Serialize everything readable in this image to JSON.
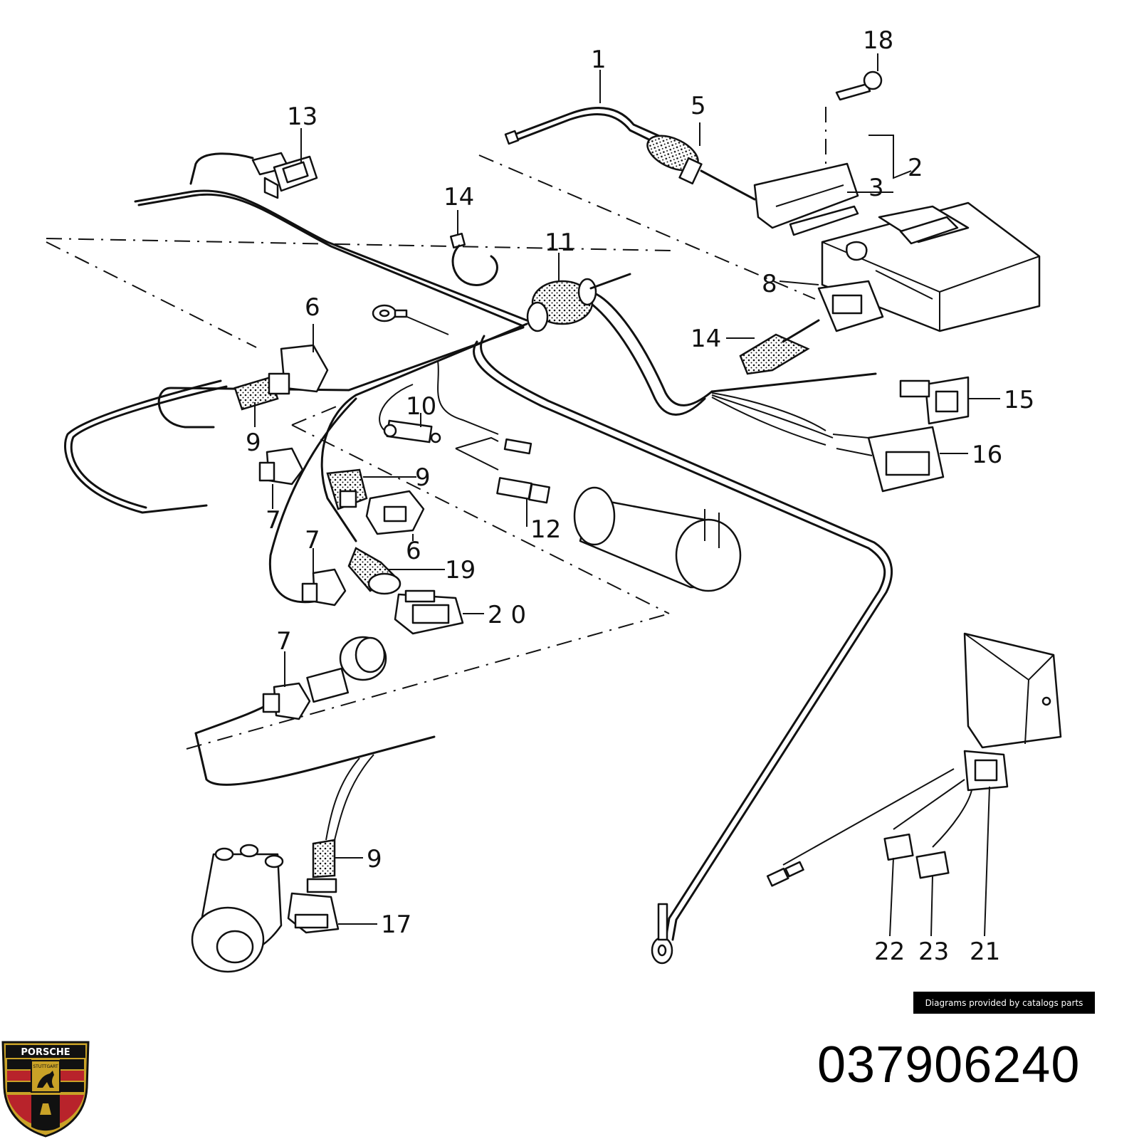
{
  "callouts": [
    {
      "id": "c1",
      "text": "1"
    },
    {
      "id": "c2",
      "text": "2"
    },
    {
      "id": "c3",
      "text": "3"
    },
    {
      "id": "c5",
      "text": "5"
    },
    {
      "id": "c6a",
      "text": "6"
    },
    {
      "id": "c6b",
      "text": "6"
    },
    {
      "id": "c7a",
      "text": "7"
    },
    {
      "id": "c7b",
      "text": "7"
    },
    {
      "id": "c7c",
      "text": "7"
    },
    {
      "id": "c8",
      "text": "8"
    },
    {
      "id": "c9a",
      "text": "9"
    },
    {
      "id": "c9b",
      "text": "9"
    },
    {
      "id": "c9c",
      "text": "9"
    },
    {
      "id": "c10",
      "text": "10"
    },
    {
      "id": "c11",
      "text": "11"
    },
    {
      "id": "c12",
      "text": "12"
    },
    {
      "id": "c13",
      "text": "13"
    },
    {
      "id": "c14a",
      "text": "14"
    },
    {
      "id": "c14b",
      "text": "14"
    },
    {
      "id": "c15",
      "text": "15"
    },
    {
      "id": "c16",
      "text": "16"
    },
    {
      "id": "c17",
      "text": "17"
    },
    {
      "id": "c18",
      "text": "18"
    },
    {
      "id": "c19",
      "text": "19"
    },
    {
      "id": "c20",
      "text": "2 0"
    },
    {
      "id": "c21",
      "text": "21"
    },
    {
      "id": "c22",
      "text": "22"
    },
    {
      "id": "c23",
      "text": "23"
    }
  ],
  "credit": "Diagrams provided by catalogs parts",
  "part_number": "037906240",
  "logo": {
    "text": "PORSCHE",
    "sub": "STUTTGART",
    "colors": {
      "red": "#b8232b",
      "gold": "#c9a227",
      "black": "#111111"
    }
  }
}
